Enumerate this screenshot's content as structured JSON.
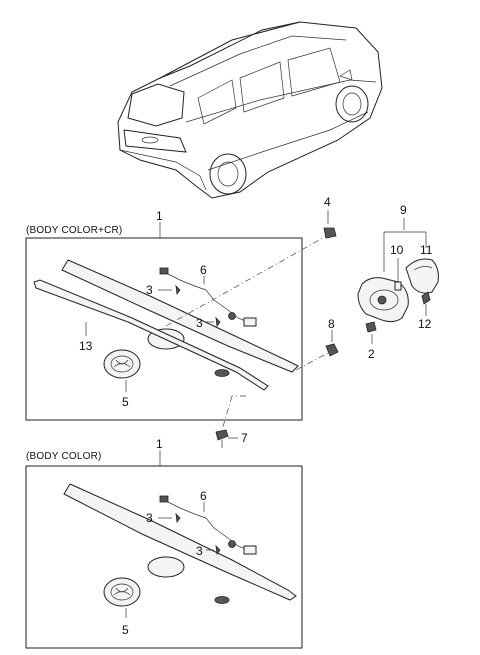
{
  "sections": {
    "top": "(BODY COLOR+CR)",
    "bottom": "(BODY COLOR)"
  },
  "callouts": {
    "top_1": "1",
    "top_3a": "3",
    "top_3b": "3",
    "top_4": "4",
    "top_5": "5",
    "top_6": "6",
    "top_7": "7",
    "top_8": "8",
    "top_13": "13",
    "lamp_9": "9",
    "lamp_10": "10",
    "lamp_11": "11",
    "lamp_12": "12",
    "lamp_2": "2",
    "bot_1": "1",
    "bot_3a": "3",
    "bot_3b": "3",
    "bot_5": "5",
    "bot_6": "6"
  }
}
